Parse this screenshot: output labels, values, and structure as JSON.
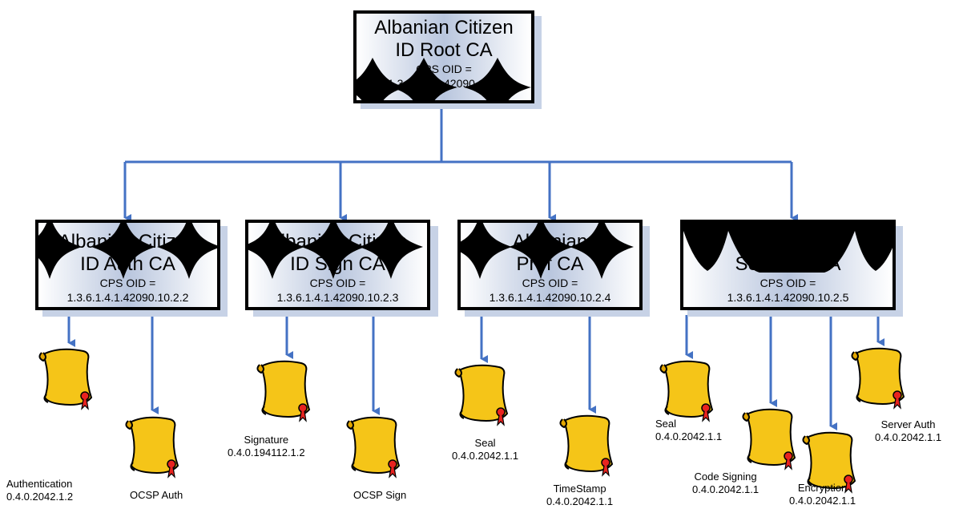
{
  "root": {
    "line1": "Albanian Citizen",
    "line2": "ID Root CA",
    "line3": "CPS OID =",
    "line4": "1.3.6.1.4.1.42090.10.2"
  },
  "cas": [
    {
      "line1": "Albanian Citizen",
      "line2": "ID Auth CA",
      "line3": "CPS OID =",
      "line4": "1.3.6.1.4.1.42090.10.2.2"
    },
    {
      "line1": "Albanian Citizen",
      "line2": "ID Sign CA",
      "line3": "CPS OID =",
      "line4": "1.3.6.1.4.1.42090.10.2.3"
    },
    {
      "line1": "Albanian",
      "line2": "Prof CA",
      "line3": "CPS OID =",
      "line4": "1.3.6.1.4.1.42090.10.2.4"
    },
    {
      "line1": "Albanian",
      "line2": "Services CA",
      "line3": "CPS OID =",
      "line4": "1.3.6.1.4.1.42090.10.2.5"
    }
  ],
  "certs": [
    {
      "name": "Authentication",
      "oid": "0.4.0.2042.1.2"
    },
    {
      "name": "OCSP Auth",
      "oid": ""
    },
    {
      "name": "Signature",
      "oid": "0.4.0.194112.1.2"
    },
    {
      "name": "OCSP Sign",
      "oid": ""
    },
    {
      "name": "Seal",
      "oid": "0.4.0.2042.1.1"
    },
    {
      "name": "TimeStamp",
      "oid": "0.4.0.2042.1.1"
    },
    {
      "name": "Seal",
      "oid": "0.4.0.2042.1.1"
    },
    {
      "name": "Code Signing",
      "oid": "0.4.0.2042.1.1"
    },
    {
      "name": "Encryption",
      "oid": "0.4.0.2042.1.1"
    },
    {
      "name": "Server Auth",
      "oid": "0.4.0.2042.1.1"
    }
  ],
  "colors": {
    "connector": "#4472c4",
    "box_border": "#000000",
    "box_fill": "#b9c6de",
    "scroll": "#f5c518",
    "seal": "#e8231f"
  },
  "icons": {
    "certificate": "certificate-scroll-icon"
  }
}
